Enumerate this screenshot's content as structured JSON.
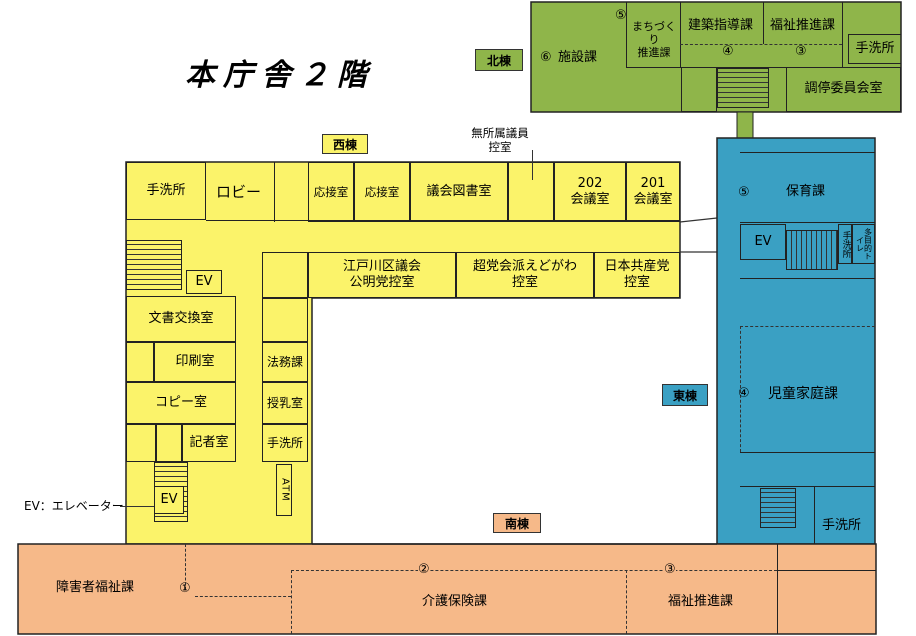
{
  "title": "本庁舎２階",
  "buildings": {
    "north": "北棟",
    "west": "西棟",
    "east": "東棟",
    "south": "南棟"
  },
  "legend": {
    "ev_note": "EV：エレベーター"
  },
  "colors": {
    "north": "#8fb54a",
    "west": "#fbf36a",
    "east": "#3aa0c3",
    "south": "#f6b989"
  },
  "north_rooms": {
    "shisetsu": "施設課",
    "machizukuri_line1": "まちづくり",
    "machizukuri_line2": "推進課",
    "kenchiku": "建築指導課",
    "fukushi": "福祉推進課",
    "toilet": "手洗所",
    "chotei": "調停委員会室",
    "n5": "⑤",
    "n6": "⑥",
    "n4": "④",
    "n3": "③"
  },
  "west_rooms": {
    "toilet": "手洗所",
    "lobby": "ロビー",
    "oseitsu1": "応接室",
    "oseitsu2": "応接室",
    "library": "議会図書室",
    "musho_line1": "無所属議員",
    "musho_line2": "控室",
    "r202_line1": "202",
    "r202_line2": "会議室",
    "r201_line1": "201",
    "r201_line2": "会議室",
    "koumei_line1": "江戸川区議会",
    "koumei_line2": "公明党控室",
    "chotou_line1": "超党会派えどがわ",
    "chotou_line2": "控室",
    "kyousan_line1": "日本共産党",
    "kyousan_line2": "控室",
    "ev": "EV",
    "bunsho": "文書交換室",
    "insatsu": "印刷室",
    "copy": "コピー室",
    "kisha": "記者室",
    "houmu": "法務課",
    "junyu": "授乳室",
    "toilet2": "手洗所",
    "atm": "ATM",
    "ev2": "EV"
  },
  "east_rooms": {
    "n5": "⑤",
    "hoiku": "保育課",
    "ev": "EV",
    "toilet_v": "手洗所",
    "multi_toilet": "多目的トイレ",
    "n4": "④",
    "jido": "児童家庭課",
    "toilet": "手洗所"
  },
  "south_rooms": {
    "shogai": "障害者福祉課",
    "n1": "①",
    "n2": "②",
    "kaigo": "介護保険課",
    "n3": "③",
    "fukushi": "福祉推進課"
  }
}
